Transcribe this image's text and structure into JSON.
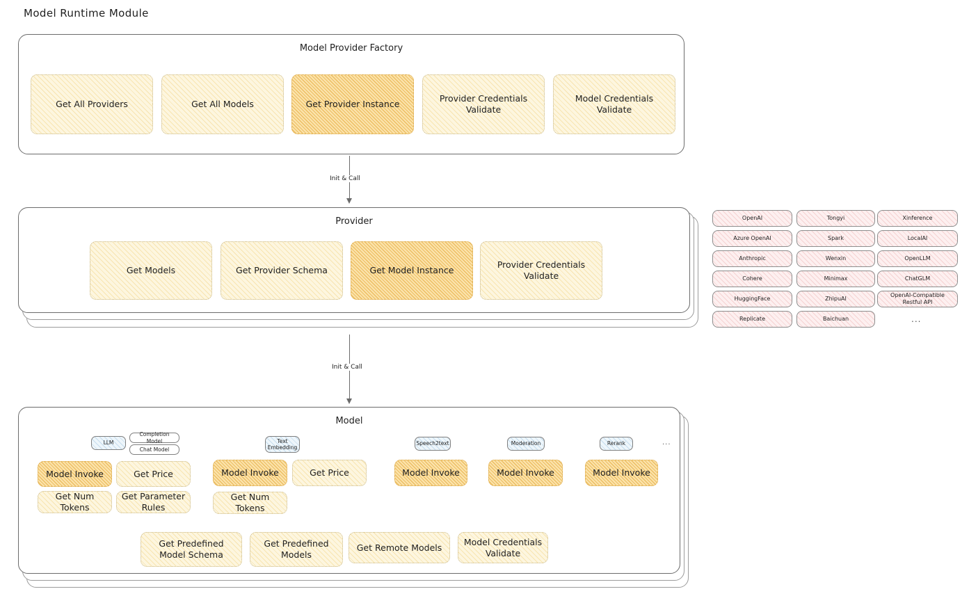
{
  "page": {
    "title": "Model Runtime Module",
    "background": "#ffffff",
    "accent_yellow": "#fdf6df",
    "accent_orange": "#fbe3ab",
    "accent_pink": "#fdf0f0",
    "accent_blue": "#eef6fb"
  },
  "arrows": {
    "factory_to_provider": "Init & Call",
    "provider_to_model": "Init & Call"
  },
  "factory": {
    "title": "Model Provider Factory",
    "items": [
      {
        "label": "Get All Providers",
        "highlight": false
      },
      {
        "label": "Get All Models",
        "highlight": false
      },
      {
        "label": "Get Provider Instance",
        "highlight": true
      },
      {
        "label": "Provider Credentials Validate",
        "highlight": false
      },
      {
        "label": "Model Credentials Validate",
        "highlight": false
      }
    ]
  },
  "provider": {
    "title": "Provider",
    "items": [
      {
        "label": "Get Models",
        "highlight": false
      },
      {
        "label": "Get Provider Schema",
        "highlight": false
      },
      {
        "label": "Get Model Instance",
        "highlight": true
      },
      {
        "label": "Provider Credentials Validate",
        "highlight": false
      }
    ]
  },
  "provider_list": {
    "columns": [
      [
        "OpenAI",
        "Azure OpenAI",
        "Anthropic",
        "Cohere",
        "HuggingFace",
        "Replicate"
      ],
      [
        "Tongyi",
        "Spark",
        "Wenxin",
        "Minimax",
        "ZhipuAI",
        "Baichuan"
      ],
      [
        "Xinference",
        "LocalAI",
        "OpenLLM",
        "ChatGLM",
        "OpenAI-Compatible Restful API"
      ]
    ],
    "more": "..."
  },
  "model": {
    "title": "Model",
    "more": "...",
    "types": [
      {
        "name": "LLM",
        "subtypes": [
          "Completion Model",
          "Chat Model"
        ],
        "methods_row1": [
          {
            "label": "Model Invoke",
            "highlight": true
          },
          {
            "label": "Get Price",
            "highlight": false
          }
        ],
        "methods_row2": [
          {
            "label": "Get Num Tokens",
            "highlight": false
          },
          {
            "label": "Get Parameter Rules",
            "highlight": false
          }
        ]
      },
      {
        "name": "Text Embedding",
        "subtypes": [],
        "methods_row1": [
          {
            "label": "Model Invoke",
            "highlight": true
          },
          {
            "label": "Get Price",
            "highlight": false
          }
        ],
        "methods_row2": [
          {
            "label": "Get Num Tokens",
            "highlight": false
          }
        ]
      },
      {
        "name": "Speech2text",
        "subtypes": [],
        "methods_row1": [
          {
            "label": "Model Invoke",
            "highlight": true
          }
        ],
        "methods_row2": []
      },
      {
        "name": "Moderation",
        "subtypes": [],
        "methods_row1": [
          {
            "label": "Model Invoke",
            "highlight": true
          }
        ],
        "methods_row2": []
      },
      {
        "name": "Rerank",
        "subtypes": [],
        "methods_row1": [
          {
            "label": "Model Invoke",
            "highlight": true
          }
        ],
        "methods_row2": []
      }
    ],
    "common_methods": [
      "Get Predefined Model Schema",
      "Get Predefined Models",
      "Get Remote Models",
      "Model Credentials Validate"
    ]
  }
}
